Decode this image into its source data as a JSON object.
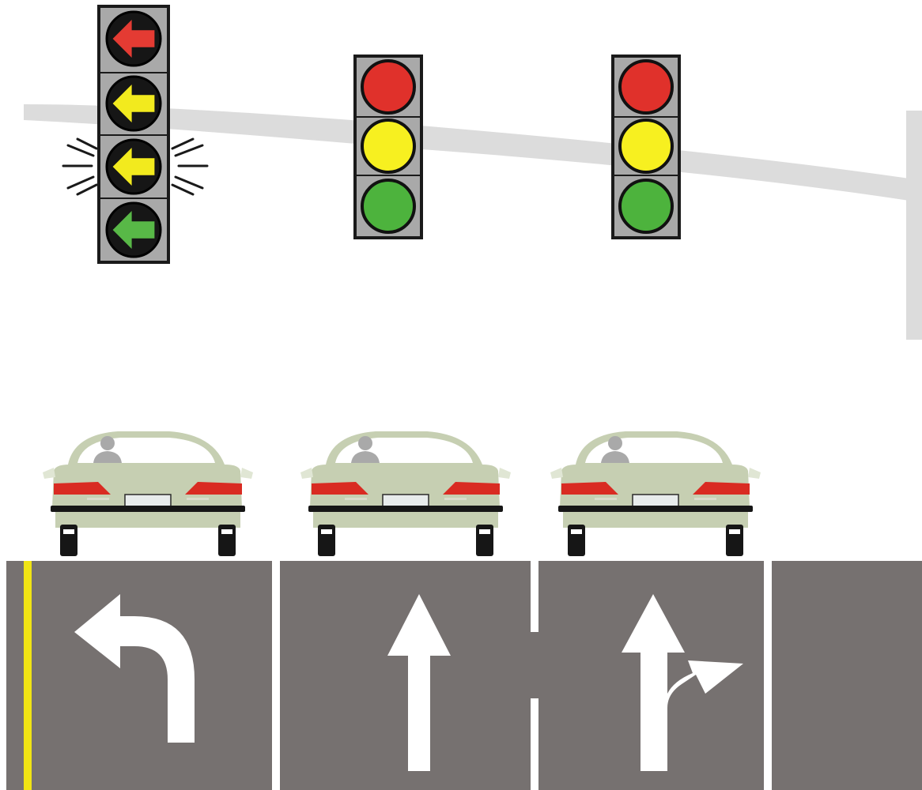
{
  "colors": {
    "background": "#ffffff",
    "mast_arm": "#dcdcdc",
    "signal_housing": "#a9a9a9",
    "signal_outline": "#1a1a1a",
    "lens_dark": "#161616",
    "red": "#e0312b",
    "yellow": "#f7f020",
    "green": "#4db33d",
    "arrow_yellow": "#f2ea1e",
    "arrow_red": "#e43b33",
    "arrow_green": "#58b847",
    "road": "#767170",
    "lane_line": "#ffffff",
    "center_line": "#f0e414",
    "car_body": "#c6cfb2",
    "car_trim": "#e0e6d4",
    "car_light": "#d92b22",
    "car_bumper": "#161616",
    "occupant": "#a9a9a9",
    "pavement_marking": "#ffffff"
  },
  "signals": [
    {
      "type": "protected-permissive-left-turn",
      "indications": [
        "red-arrow",
        "yellow-arrow",
        "flashing-yellow-arrow",
        "green-arrow"
      ]
    },
    {
      "type": "three-section",
      "indications": [
        "red-ball",
        "yellow-ball",
        "green-ball"
      ]
    },
    {
      "type": "three-section",
      "indications": [
        "red-ball",
        "yellow-ball",
        "green-ball"
      ]
    }
  ],
  "lanes": [
    {
      "marking": "left-turn-arrow"
    },
    {
      "marking": "straight-arrow"
    },
    {
      "marking": "straight-and-right-arrow"
    }
  ],
  "icons": {
    "left_turn": "arrow-left-icon",
    "straight": "arrow-up-icon",
    "combo": "straight-right-arrow-icon"
  }
}
